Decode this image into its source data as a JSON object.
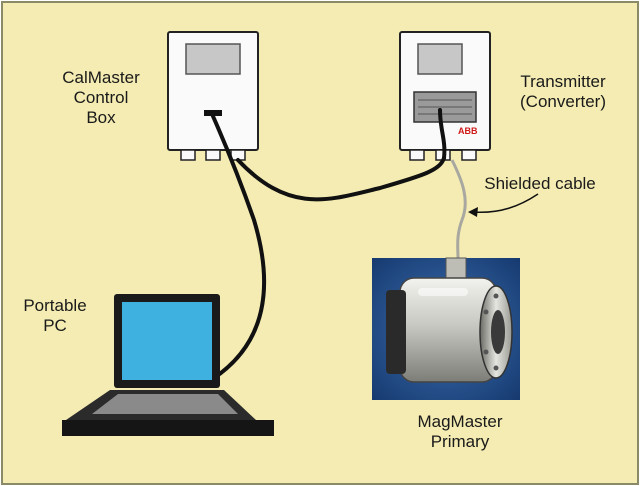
{
  "labels": {
    "control_box": [
      "CalMaster",
      "Control",
      "Box"
    ],
    "transmitter": [
      "Transmitter",
      "(Converter)"
    ],
    "cable": "Shielded cable",
    "pc": [
      "Portable",
      "PC"
    ],
    "primary": [
      "MagMaster",
      "Primary"
    ],
    "brand_mark": "ABB"
  },
  "colors": {
    "background": "#f4ecb2",
    "border": "#8a8a66",
    "device_body": "#fafafa",
    "display": "#c7c7c7",
    "screen": "#3fb1e0",
    "cable": "#111111",
    "shielded_cable": "#a8a8a0",
    "photo_background": "#1f4a86"
  }
}
